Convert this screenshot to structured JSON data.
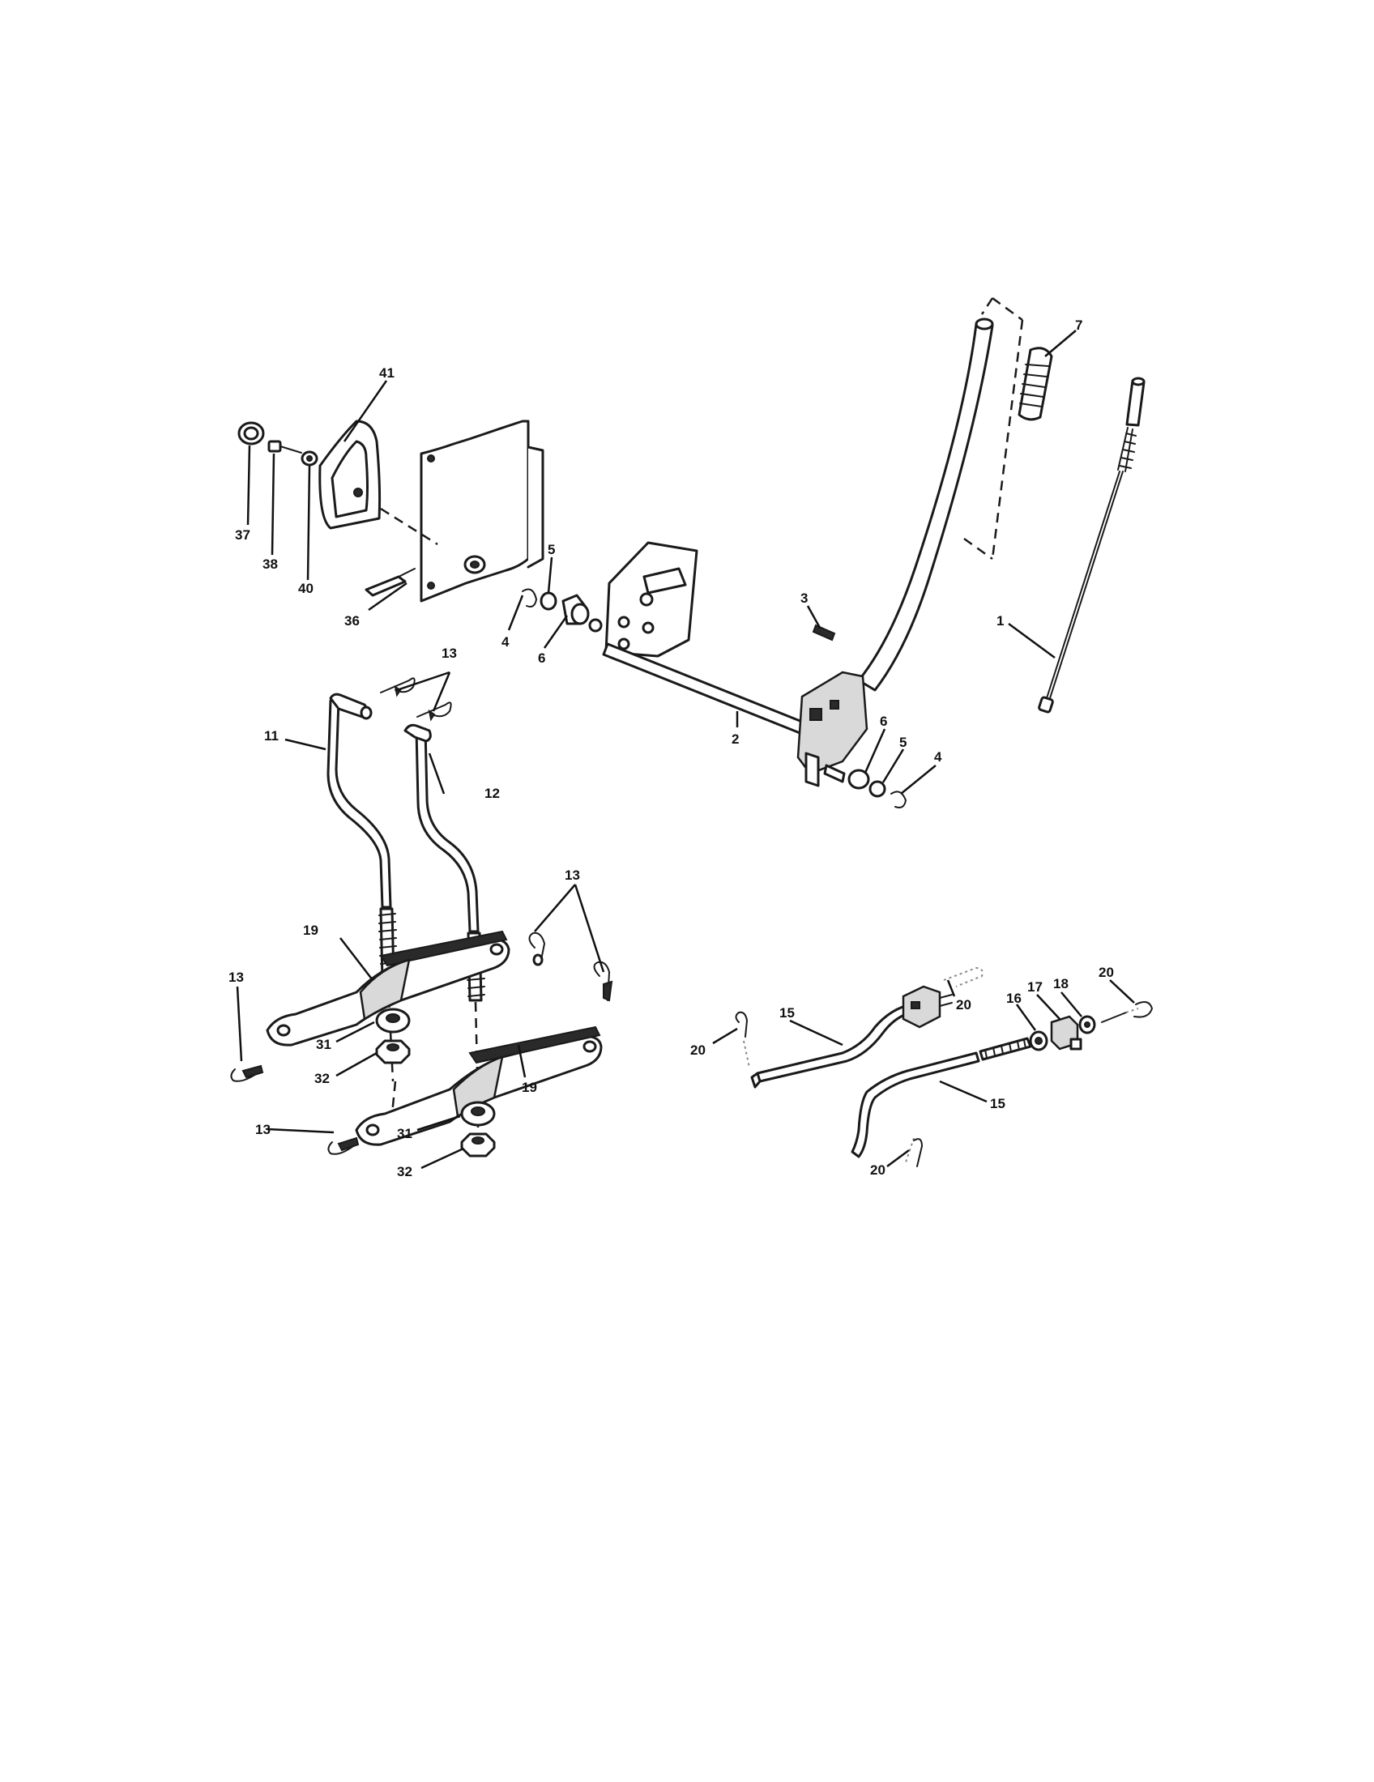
{
  "callouts": [
    {
      "id": "c1",
      "label": "1"
    },
    {
      "id": "c2",
      "label": "2"
    },
    {
      "id": "c3",
      "label": "3"
    },
    {
      "id": "c4a",
      "label": "4"
    },
    {
      "id": "c4b",
      "label": "4"
    },
    {
      "id": "c5a",
      "label": "5"
    },
    {
      "id": "c5b",
      "label": "5"
    },
    {
      "id": "c6a",
      "label": "6"
    },
    {
      "id": "c6b",
      "label": "6"
    },
    {
      "id": "c7",
      "label": "7"
    },
    {
      "id": "c11",
      "label": "11"
    },
    {
      "id": "c12",
      "label": "12"
    },
    {
      "id": "c13a",
      "label": "13"
    },
    {
      "id": "c13b",
      "label": "13"
    },
    {
      "id": "c13c",
      "label": "13"
    },
    {
      "id": "c13d",
      "label": "13"
    },
    {
      "id": "c15a",
      "label": "15"
    },
    {
      "id": "c15b",
      "label": "15"
    },
    {
      "id": "c16",
      "label": "16"
    },
    {
      "id": "c17",
      "label": "17"
    },
    {
      "id": "c18",
      "label": "18"
    },
    {
      "id": "c19a",
      "label": "19"
    },
    {
      "id": "c19b",
      "label": "19"
    },
    {
      "id": "c20a",
      "label": "20"
    },
    {
      "id": "c20b",
      "label": "20"
    },
    {
      "id": "c20c",
      "label": "20"
    },
    {
      "id": "c20d",
      "label": "20"
    },
    {
      "id": "c31a",
      "label": "31"
    },
    {
      "id": "c31b",
      "label": "31"
    },
    {
      "id": "c32a",
      "label": "32"
    },
    {
      "id": "c32b",
      "label": "32"
    },
    {
      "id": "c36",
      "label": "36"
    },
    {
      "id": "c37",
      "label": "37"
    },
    {
      "id": "c38",
      "label": "38"
    },
    {
      "id": "c40",
      "label": "40"
    },
    {
      "id": "c41",
      "label": "41"
    }
  ]
}
